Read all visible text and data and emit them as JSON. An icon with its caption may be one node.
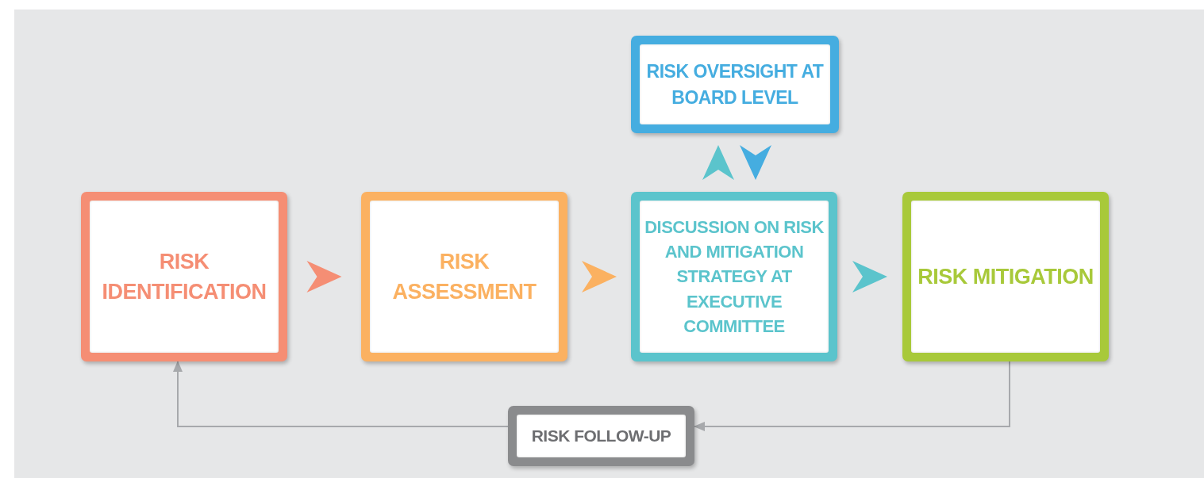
{
  "diagram": {
    "nodes": [
      {
        "text": [
          "RISK OVERSIGHT AT BOARD LEVEL"
        ]
      },
      {
        "text": [
          "RISK IDENTIFICATION"
        ]
      },
      {
        "text": [
          "RISK ASSESSMENT"
        ]
      },
      {
        "text": [
          "DISCUSSION ON RISK AND MITIGATION STRATEGY AT EXECUTIVE COMMITTEE"
        ]
      },
      {
        "text": [
          "RISK MITIGATION"
        ]
      },
      {
        "text": [
          "RISK FOLLOW-UP"
        ]
      }
    ],
    "edges": [
      {
        "from": 1,
        "to": 2,
        "arrow": "to",
        "color": "#f58e74"
      },
      {
        "from": 2,
        "to": 3,
        "arrow": "to",
        "color": "#fbb161"
      },
      {
        "from": 3,
        "to": 4,
        "arrow": "to",
        "color": "#5bc4cc"
      },
      {
        "from": 3,
        "to": 0,
        "arrow": "to",
        "color": "#5bc4cc"
      },
      {
        "from": 0,
        "to": 3,
        "arrow": "to",
        "color": "#45ade0"
      },
      {
        "from": 4,
        "to": 5,
        "arrow": "to",
        "color": "#a7a9ac"
      },
      {
        "from": 5,
        "to": 1,
        "arrow": "to",
        "color": "#a7a9ac"
      }
    ]
  }
}
